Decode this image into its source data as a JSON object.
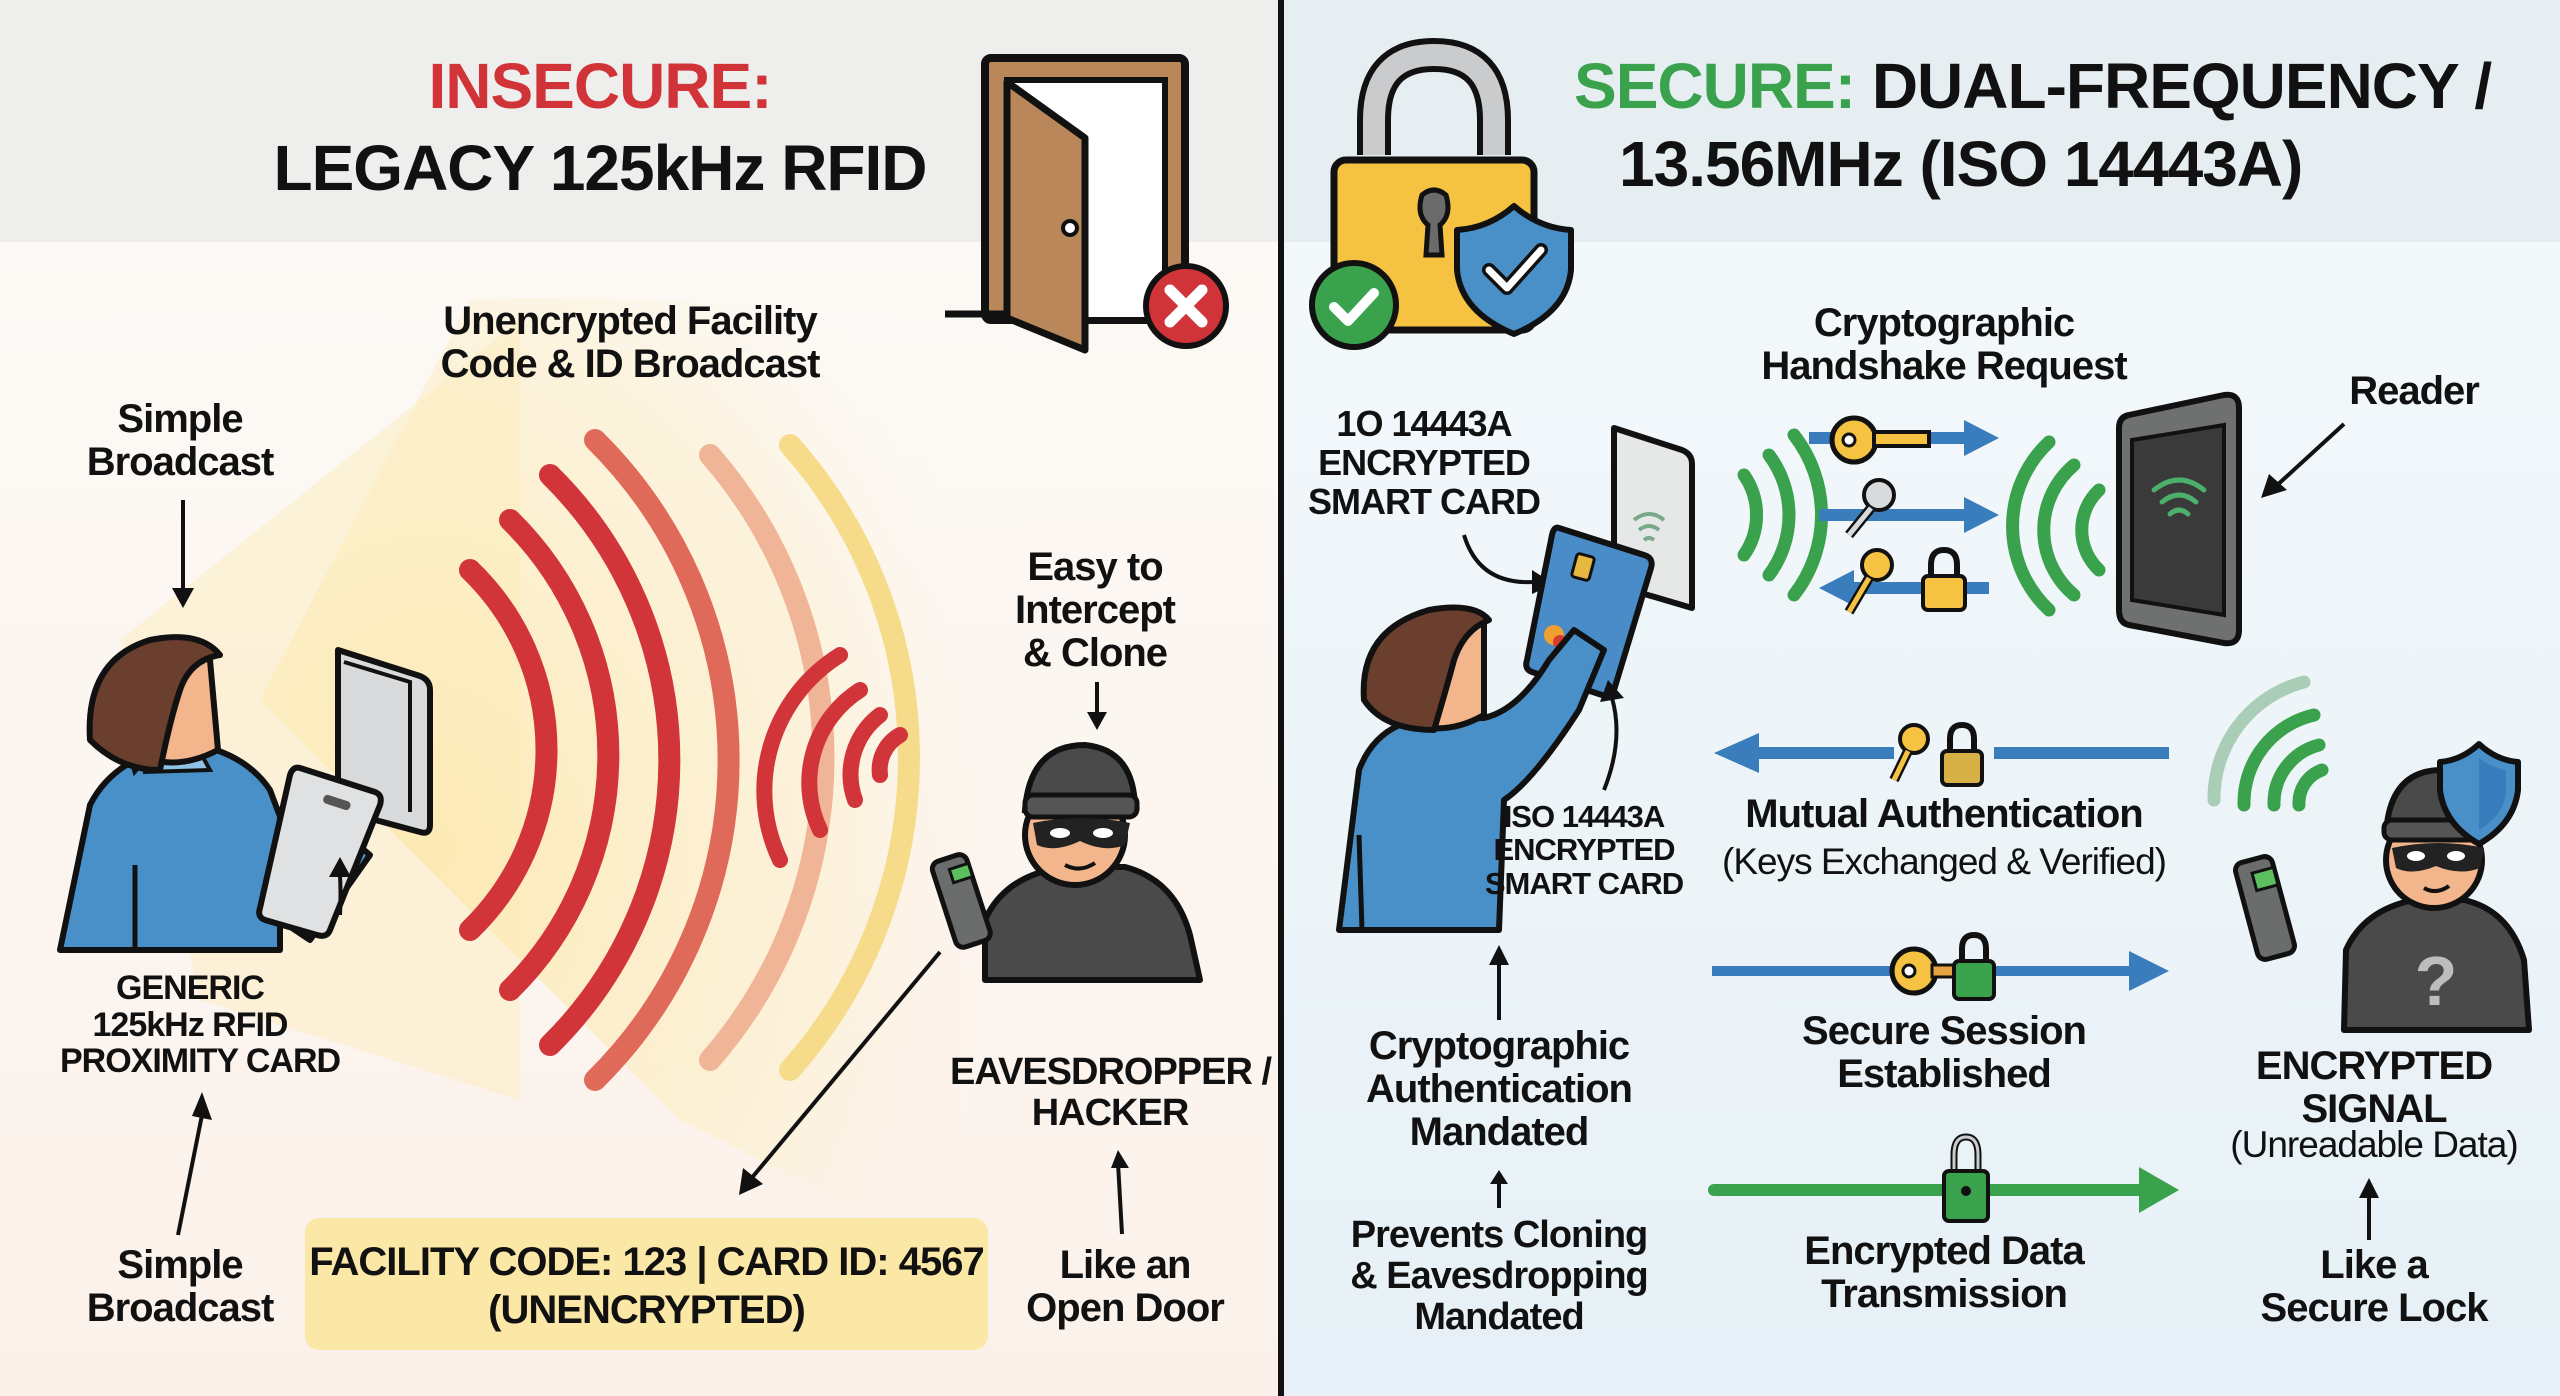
{
  "left": {
    "title_highlight": "INSECURE:",
    "title_line2": "LEGACY 125kHz RFID",
    "broadcast_label_line1": "Unencrypted Facility",
    "broadcast_label_line2": "Code & ID Broadcast",
    "simple_broadcast_top_line1": "Simple",
    "simple_broadcast_top_line2": "Broadcast",
    "card_label_line1": "GENERIC",
    "card_label_line2": "125kHz RFID",
    "card_label_line3": "PROXIMITY CARD",
    "simple_broadcast_bottom_line1": "Simple",
    "simple_broadcast_bottom_line2": "Broadcast",
    "intercept_label_line1": "Easy to",
    "intercept_label_line2": "Intercept",
    "intercept_label_line3": "& Clone",
    "hacker_label_line1": "EAVESDROPPER /",
    "hacker_label_line2": "HACKER",
    "open_door_line1": "Like an",
    "open_door_line2": "Open Door",
    "code_box_line1": "FACILITY CODE: 123 | CARD ID: 4567",
    "code_box_line2": "(UNENCRYPTED)",
    "icons": [
      "open-door-icon",
      "x-circle-icon",
      "person-icon",
      "rfid-card-icon",
      "rfid-reader-icon",
      "radio-waves-icon",
      "hacker-icon",
      "handheld-scanner-icon"
    ]
  },
  "right": {
    "title_highlight": "SECURE:",
    "title_line1_rest": "DUAL-FREQUENCY /",
    "title_line2": "13.56MHz (ISO 14443A)",
    "handshake_label_line1": "Cryptographic",
    "handshake_label_line2": "Handshake Request",
    "reader_label": "Reader",
    "card_label_top_line1": "1O 14443A",
    "card_label_top_line2": "ENCRYPTED",
    "card_label_top_line3": "SMART CARD",
    "card_label_bottom_line1": "ISO 14443A",
    "card_label_bottom_line2": "ENCRYPTED",
    "card_label_bottom_line3": "SMART CARD",
    "mutual_auth_title": "Mutual Authentication",
    "mutual_auth_sub": "(Keys Exchanged & Verified)",
    "secure_session_line1": "Secure Session",
    "secure_session_line2": "Established",
    "encrypted_tx_line1": "Encrypted Data",
    "encrypted_tx_line2": "Transmission",
    "crypto_auth_line1": "Cryptographic",
    "crypto_auth_line2": "Authentication",
    "crypto_auth_line3": "Mandated",
    "prevents_line1": "Prevents Cloning",
    "prevents_line2": "& Eavesdropping",
    "prevents_line3": "Mandated",
    "encrypted_signal_line1": "ENCRYPTED",
    "encrypted_signal_line2": "SIGNAL",
    "encrypted_signal_sub": "(Unreadable Data)",
    "secure_lock_line1": "Like a",
    "secure_lock_line2": "Secure Lock",
    "icons": [
      "padlock-icon",
      "check-circle-icon",
      "shield-check-icon",
      "smart-card-icon",
      "key-icon",
      "keys-icon",
      "reader-device-icon",
      "hacker-icon",
      "question-mark-icon"
    ]
  },
  "colors": {
    "insecure_red": "#d13438",
    "secure_green": "#3aa14d",
    "arrow_blue": "#3a7dbd",
    "code_box_yellow": "#fbe7a6",
    "door_brown": "#b9875a",
    "lock_yellow": "#f5c242"
  }
}
